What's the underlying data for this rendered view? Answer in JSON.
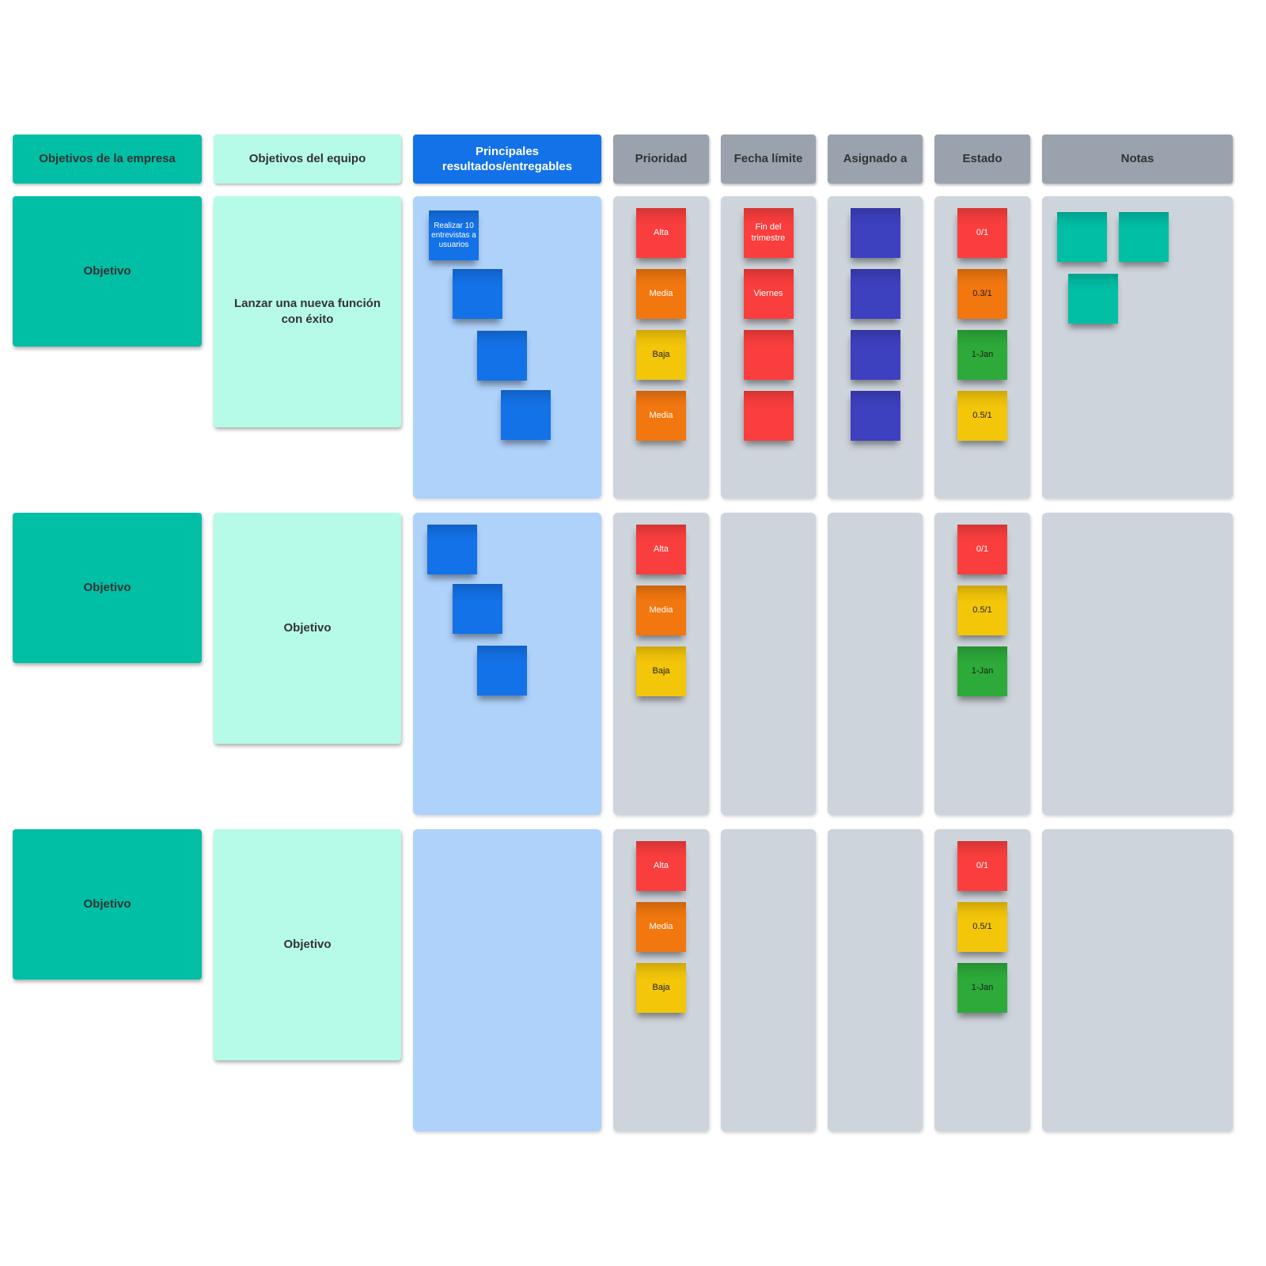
{
  "colors": {
    "teal": "#00BFA5",
    "mint": "#B6FAE8",
    "blue": "#1372E8",
    "lightblue": "#AFD2FB",
    "header-gray": "#9AA2AD",
    "container-gray": "#CED4DB",
    "note-red": "#FA3E3D",
    "note-orange": "#F2770F",
    "note-yellow": "#F4C609",
    "note-green": "#2DAA39",
    "note-indigo": "#3D40BF",
    "note-blue": "#1372E8",
    "note-teal": "#00BFA5",
    "text-dark": "#333333",
    "text-white": "#FFFFFF"
  },
  "columns": [
    {
      "label": "Objetivos de la empresa"
    },
    {
      "label": "Objetivos del equipo"
    },
    {
      "label": "Principales resultados/entregables"
    },
    {
      "label": "Prioridad"
    },
    {
      "label": "Fecha límite"
    },
    {
      "label": "Asignado a"
    },
    {
      "label": "Estado"
    },
    {
      "label": "Notas"
    }
  ],
  "rows": [
    {
      "empresa": {
        "label": "Objetivo"
      },
      "equipo": {
        "label": "Lanzar una nueva función con éxito"
      },
      "resultados": {
        "notes": [
          {
            "text": "Realizar 10 entrevistas a usuarios",
            "color": "blue"
          },
          {
            "text": "",
            "color": "blue"
          },
          {
            "text": "",
            "color": "blue"
          },
          {
            "text": "",
            "color": "blue"
          }
        ]
      },
      "prioridad": {
        "notes": [
          {
            "text": "Alta",
            "color": "red"
          },
          {
            "text": "Media",
            "color": "orange"
          },
          {
            "text": "Baja",
            "color": "yellow"
          },
          {
            "text": "Media",
            "color": "orange"
          }
        ]
      },
      "fecha": {
        "notes": [
          {
            "text": "Fin del trimestre",
            "color": "red"
          },
          {
            "text": "Viernes",
            "color": "red"
          },
          {
            "text": "",
            "color": "red"
          },
          {
            "text": "",
            "color": "red"
          }
        ]
      },
      "asignado": {
        "notes": [
          {
            "text": "",
            "color": "indigo"
          },
          {
            "text": "",
            "color": "indigo"
          },
          {
            "text": "",
            "color": "indigo"
          },
          {
            "text": "",
            "color": "indigo"
          }
        ]
      },
      "estado": {
        "notes": [
          {
            "text": "0/1",
            "color": "red"
          },
          {
            "text": "0.3/1",
            "color": "orange"
          },
          {
            "text": "1-Jan",
            "color": "green"
          },
          {
            "text": "0.5/1",
            "color": "yellow"
          }
        ]
      },
      "notas": {
        "notes": [
          {
            "text": "",
            "color": "teal"
          },
          {
            "text": "",
            "color": "teal"
          },
          {
            "text": "",
            "color": "teal"
          }
        ]
      }
    },
    {
      "empresa": {
        "label": "Objetivo"
      },
      "equipo": {
        "label": "Objetivo"
      },
      "resultados": {
        "notes": [
          {
            "text": "",
            "color": "blue"
          },
          {
            "text": "",
            "color": "blue"
          },
          {
            "text": "",
            "color": "blue"
          }
        ]
      },
      "prioridad": {
        "notes": [
          {
            "text": "Alta",
            "color": "red"
          },
          {
            "text": "Media",
            "color": "orange"
          },
          {
            "text": "Baja",
            "color": "yellow"
          }
        ]
      },
      "fecha": {
        "notes": []
      },
      "asignado": {
        "notes": []
      },
      "estado": {
        "notes": [
          {
            "text": "0/1",
            "color": "red"
          },
          {
            "text": "0.5/1",
            "color": "yellow"
          },
          {
            "text": "1-Jan",
            "color": "green"
          }
        ]
      },
      "notas": {
        "notes": []
      }
    },
    {
      "empresa": {
        "label": "Objetivo"
      },
      "equipo": {
        "label": "Objetivo"
      },
      "resultados": {
        "notes": []
      },
      "prioridad": {
        "notes": [
          {
            "text": "Alta",
            "color": "red"
          },
          {
            "text": "Media",
            "color": "orange"
          },
          {
            "text": "Baja",
            "color": "yellow"
          }
        ]
      },
      "fecha": {
        "notes": []
      },
      "asignado": {
        "notes": []
      },
      "estado": {
        "notes": [
          {
            "text": "0/1",
            "color": "red"
          },
          {
            "text": "0.5/1",
            "color": "yellow"
          },
          {
            "text": "1-Jan",
            "color": "green"
          }
        ]
      },
      "notas": {
        "notes": []
      }
    }
  ]
}
